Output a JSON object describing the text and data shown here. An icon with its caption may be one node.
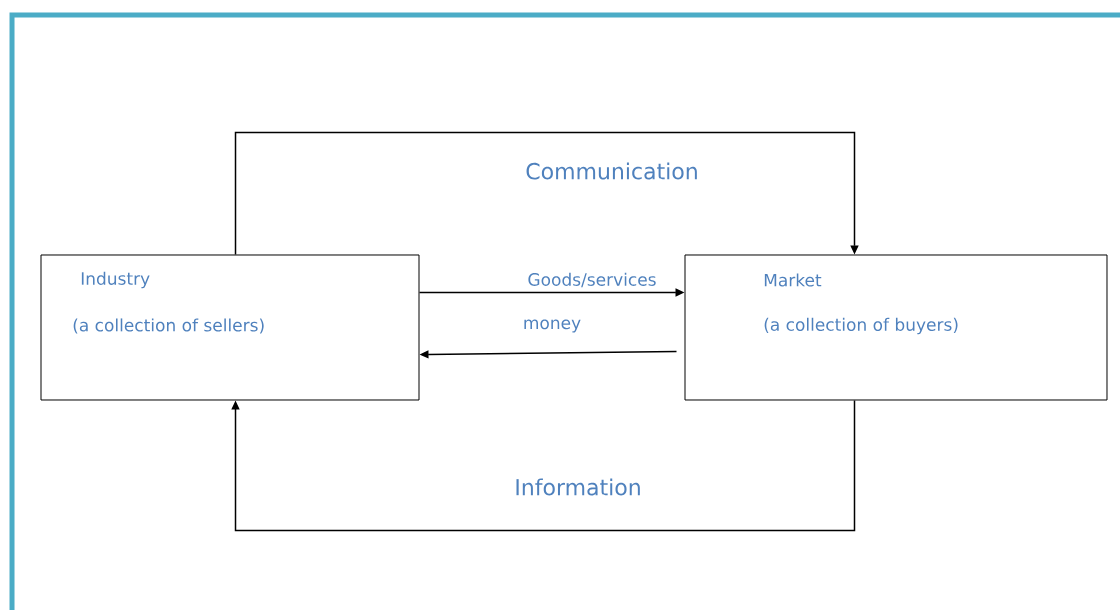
{
  "diagram": {
    "nodes": [
      {
        "text": [
          "Industry",
          "(a collection of sellers)"
        ]
      },
      {
        "text": [
          "Market",
          "(a collection of buyers)"
        ]
      }
    ],
    "edges": [
      {
        "from": 0,
        "to": 1,
        "arrow": "to",
        "label": "Communication"
      },
      {
        "from": 0,
        "to": 1,
        "arrow": "to",
        "label": "Goods/services"
      },
      {
        "from": 1,
        "to": 0,
        "arrow": "to",
        "label": "money"
      },
      {
        "from": 1,
        "to": 0,
        "arrow": "to",
        "label": "Information"
      }
    ]
  }
}
